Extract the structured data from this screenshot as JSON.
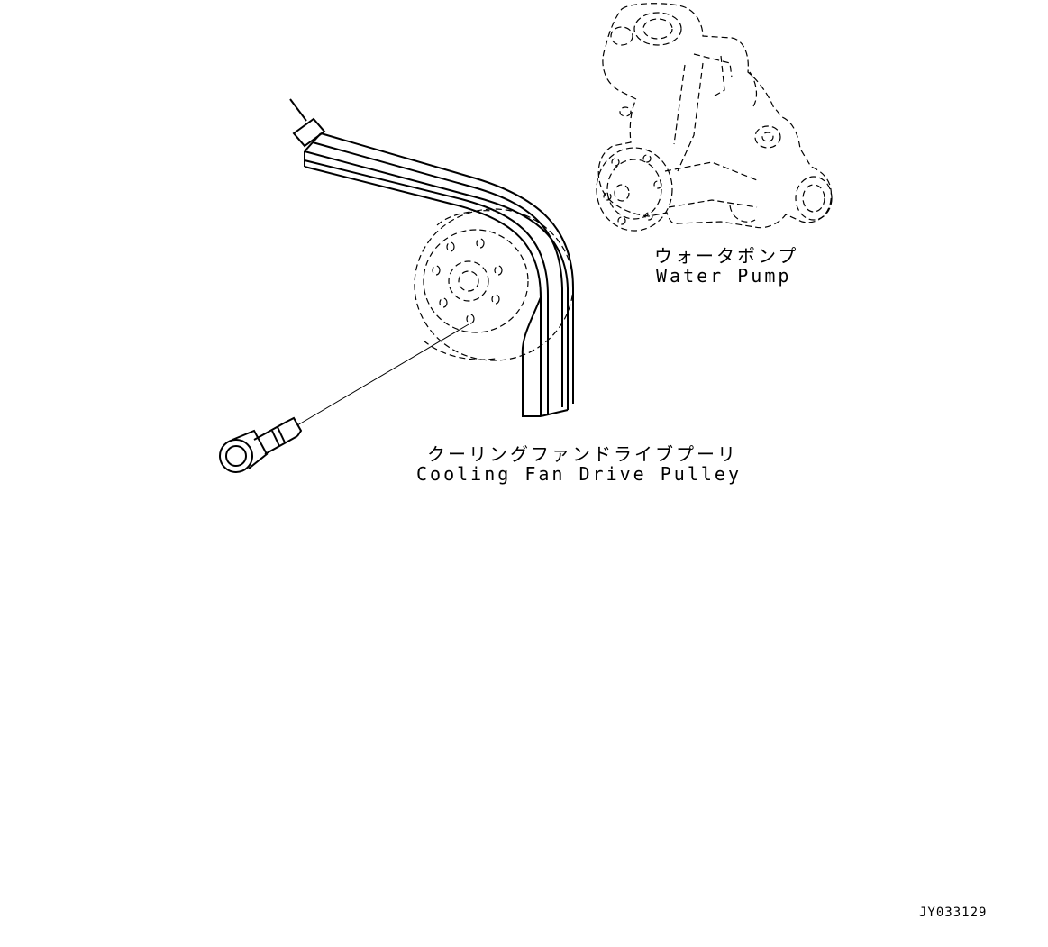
{
  "labels": {
    "water_pump_jp": "ウォータポンプ",
    "water_pump_en": "Water Pump",
    "pulley_jp": "クーリングファンドライブプーリ",
    "pulley_en": "Cooling Fan Drive Pulley",
    "drawing_code": "JY033129"
  },
  "colors": {
    "line": "#000000",
    "background": "#ffffff"
  }
}
